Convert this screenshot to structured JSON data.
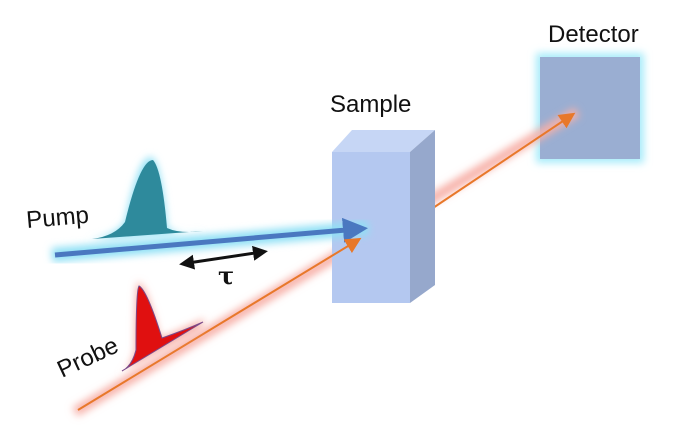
{
  "labels": {
    "pump": "Pump",
    "probe": "Probe",
    "sample": "Sample",
    "detector": "Detector",
    "delay": "τ"
  },
  "colors": {
    "pump_beam": "#4a78c0",
    "pump_glow": "#8fe0f5",
    "pump_pulse": "#2e8a9c",
    "probe_beam": "#e8782a",
    "probe_glow": "#f7b0a8",
    "probe_pulse": "#e01010",
    "sample_front": "#b4c8f0",
    "sample_side": "#96a8cc",
    "detector": "#9aaed2",
    "detector_glow": "#a8ecfa"
  }
}
